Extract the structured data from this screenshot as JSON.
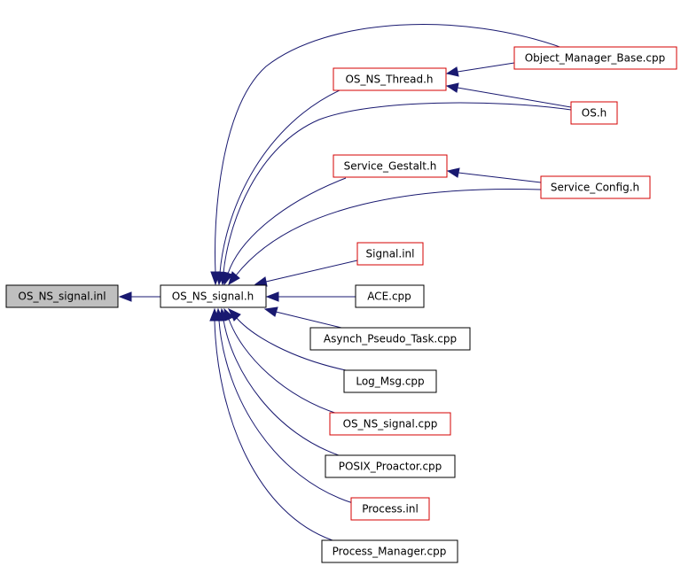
{
  "diagram": {
    "root": {
      "label": "OS_NS_signal.inl"
    },
    "hub": {
      "label": "OS_NS_signal.h"
    },
    "includers": [
      {
        "key": "os_ns_thread_h",
        "label": "OS_NS_Thread.h",
        "style": "red"
      },
      {
        "key": "object_manager_base_cpp",
        "label": "Object_Manager_Base.cpp",
        "style": "red"
      },
      {
        "key": "os_h",
        "label": "OS.h",
        "style": "red"
      },
      {
        "key": "service_gestalt_h",
        "label": "Service_Gestalt.h",
        "style": "red"
      },
      {
        "key": "service_config_h",
        "label": "Service_Config.h",
        "style": "red"
      },
      {
        "key": "signal_inl",
        "label": "Signal.inl",
        "style": "red"
      },
      {
        "key": "ace_cpp",
        "label": "ACE.cpp",
        "style": "black"
      },
      {
        "key": "asynch_pseudo_task_cpp",
        "label": "Asynch_Pseudo_Task.cpp",
        "style": "black"
      },
      {
        "key": "log_msg_cpp",
        "label": "Log_Msg.cpp",
        "style": "black"
      },
      {
        "key": "os_ns_signal_cpp",
        "label": "OS_NS_signal.cpp",
        "style": "red"
      },
      {
        "key": "posix_proactor_cpp",
        "label": "POSIX_Proactor.cpp",
        "style": "black"
      },
      {
        "key": "process_inl",
        "label": "Process.inl",
        "style": "red"
      },
      {
        "key": "process_manager_cpp",
        "label": "Process_Manager.cpp",
        "style": "black"
      }
    ],
    "colors": {
      "edge": "#191970",
      "border_default": "#000000",
      "border_truncated": "#d40000",
      "root_fill": "#bfbfbf"
    }
  }
}
